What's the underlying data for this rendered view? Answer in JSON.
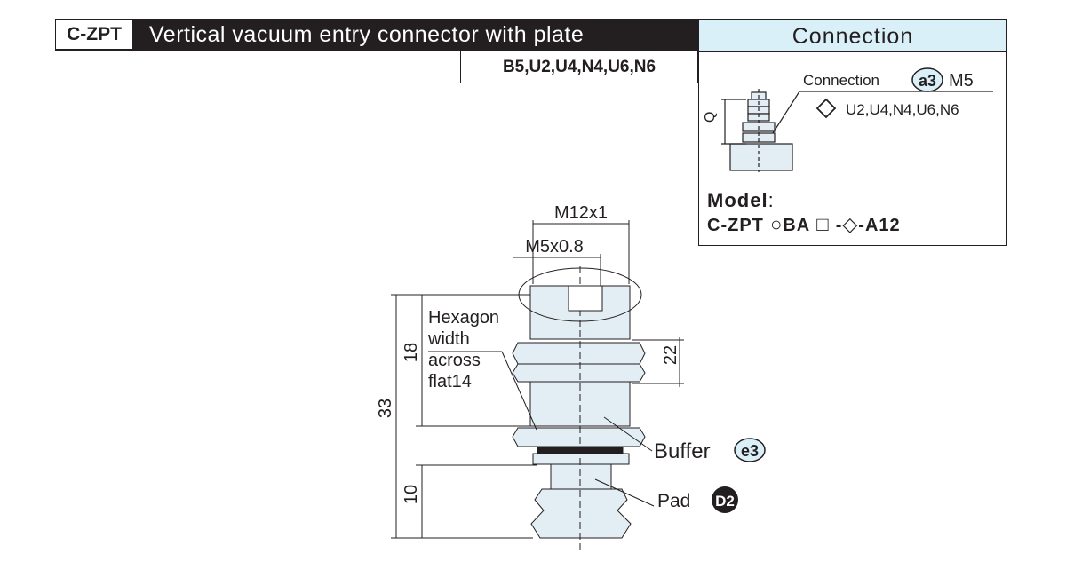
{
  "header": {
    "code": "C-ZPT",
    "title": "Vertical vacuum entry connector with plate",
    "variants": "B5,U2,U4,N4,U6,N6"
  },
  "connection": {
    "title": "Connection",
    "label": "Connection",
    "badge": "a3",
    "thread": "M5",
    "options": "U2,U4,N4,U6,N6",
    "dim_q": "Q"
  },
  "model": {
    "label": "Model",
    "colon": ":",
    "prefix": "C-ZPT",
    "middle": "BA",
    "dash1": "-",
    "dash2": "-A12"
  },
  "drawing": {
    "dim_m12": "M12x1",
    "dim_m5": "M5x0.8",
    "hex_label_1": "Hexagon",
    "hex_label_2": "width",
    "hex_label_3": "across",
    "hex_label_4": "flat14",
    "dim_18": "18",
    "dim_33": "33",
    "dim_10": "10",
    "dim_22": "22",
    "buffer_label": "Buffer",
    "buffer_badge": "e3",
    "pad_label": "Pad",
    "pad_badge": "D2"
  },
  "colors": {
    "ink": "#231f20",
    "header_bg": "#daf0f9",
    "part_fill": "#e2eef3"
  }
}
